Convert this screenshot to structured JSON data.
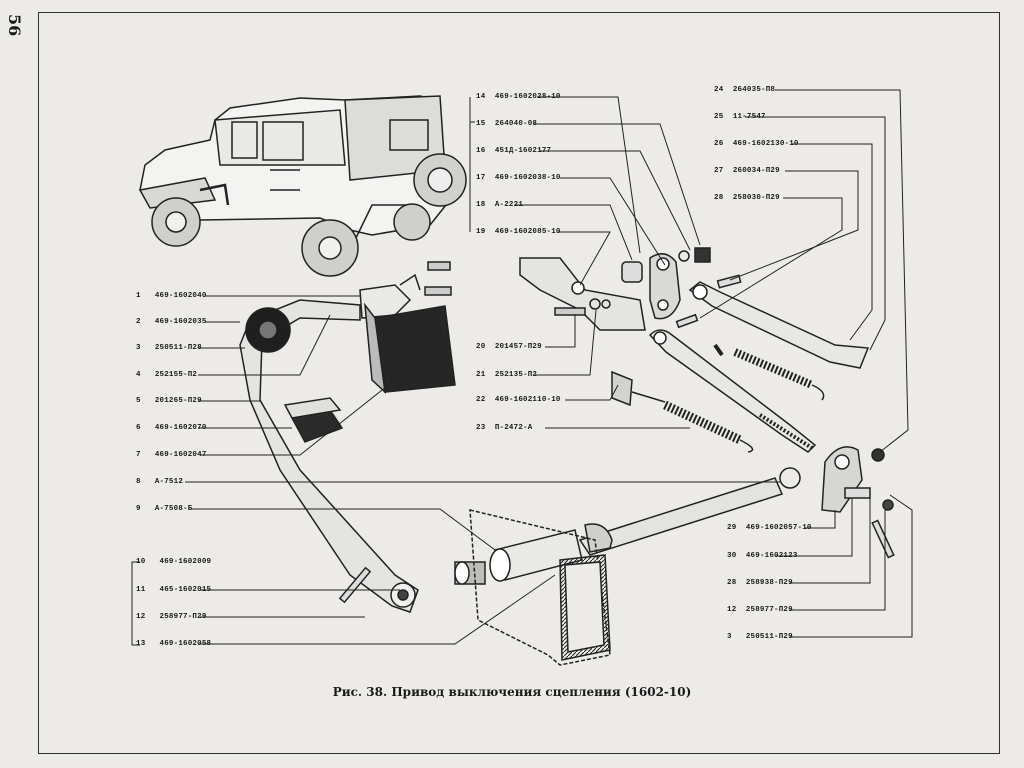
{
  "page_number": "56",
  "caption": "Рис. 38. Привод выключения сцепления (1602-10)",
  "labels_left": [
    {
      "num": "1",
      "code": "469-1602040"
    },
    {
      "num": "2",
      "code": "469-1602035"
    },
    {
      "num": "3",
      "code": "250511-П28"
    },
    {
      "num": "4",
      "code": "252155-П2"
    },
    {
      "num": "5",
      "code": "201265-П29"
    },
    {
      "num": "6",
      "code": "469-1602070"
    },
    {
      "num": "7",
      "code": "469-1602047"
    },
    {
      "num": "8",
      "code": "А-7512"
    },
    {
      "num": "9",
      "code": "А-7508-Б"
    },
    {
      "num": "10",
      "code": "469-1602009"
    },
    {
      "num": "11",
      "code": "465-1602015"
    },
    {
      "num": "12",
      "code": "258977-П29"
    },
    {
      "num": "13",
      "code": "469-1602058"
    }
  ],
  "labels_middle": [
    {
      "num": "14",
      "code": "469-1602028-10"
    },
    {
      "num": "15",
      "code": "264040-08"
    },
    {
      "num": "16",
      "code": "451Д-1602177"
    },
    {
      "num": "17",
      "code": "469-1602038-10"
    },
    {
      "num": "18",
      "code": "А-2221"
    },
    {
      "num": "19",
      "code": "469-1602085-10"
    },
    {
      "num": "20",
      "code": "201457-П29"
    },
    {
      "num": "21",
      "code": "252135-П2"
    },
    {
      "num": "22",
      "code": "469-1602110-10"
    },
    {
      "num": "23",
      "code": "П-2472-А"
    }
  ],
  "labels_right": [
    {
      "num": "24",
      "code": "264035-П8"
    },
    {
      "num": "25",
      "code": "11-7547"
    },
    {
      "num": "26",
      "code": "469-1602130-10"
    },
    {
      "num": "27",
      "code": "260034-П29"
    },
    {
      "num": "28",
      "code": "258030-П29"
    }
  ],
  "labels_bottom_right": [
    {
      "num": "29",
      "code": "469-1602057-10"
    },
    {
      "num": "30",
      "code": "469-1602123"
    },
    {
      "num": "28",
      "code": "258938-П29"
    },
    {
      "num": "12",
      "code": "258977-П29"
    },
    {
      "num": "3",
      "code": "250511-П29"
    }
  ]
}
